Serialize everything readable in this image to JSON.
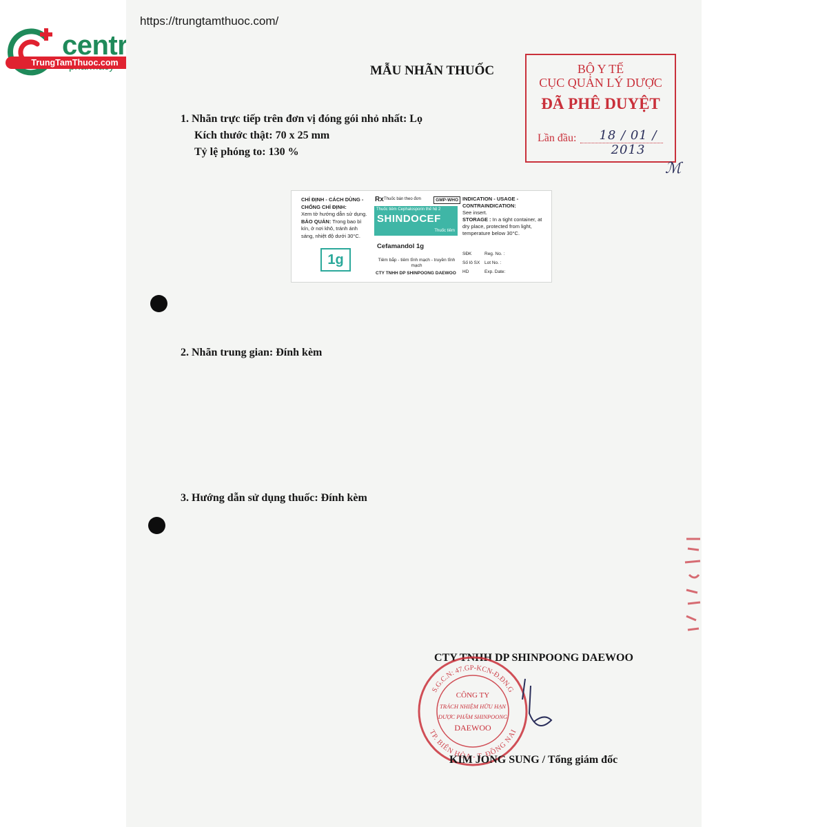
{
  "brand": {
    "name": "central",
    "sub": "pharmacy",
    "strip": "TrungTamThuoc.com",
    "color_green": "#1f8a5a",
    "color_red": "#e02230",
    "icon": "pharmacy-cross-logo"
  },
  "url": "https://trungtamthuoc.com/",
  "document": {
    "title": "MẪU NHÃN THUỐC",
    "section1": {
      "line1": "1. Nhãn trực tiếp trên đơn vị đóng gói nhỏ nhất: Lọ",
      "line2": "Kích thước thật: 70 x 25 mm",
      "line3": "Tỷ lệ phóng to: 130 %"
    },
    "section2": "2. Nhãn trung gian: Đính kèm",
    "section3": "3. Hướng dẫn sử dụng thuốc: Đính kèm"
  },
  "approval_stamp": {
    "line1": "BỘ Y TẾ",
    "line2": "CỤC QUẢN LÝ DƯỢC",
    "line3": "ĐÃ PHÊ DUYỆT",
    "date_label": "Lần đầu:",
    "date_value": "18 / 01 / 2013",
    "color": "#c9303a"
  },
  "drug_label": {
    "left": {
      "h1": "CHỈ ĐỊNH - CÁCH DÙNG -",
      "h2": "CHỐNG CHỈ ĐỊNH:",
      "t1": "Xem tờ hướng dẫn sử dụng.",
      "h3": "BẢO QUẢN:",
      "t2": "Trong bao bì kín, ở nơi khô, tránh ánh sáng, nhiệt độ dưới 30°C.",
      "strength": "1g"
    },
    "middle": {
      "rx": "Rx",
      "rx_sub": "Thuốc bán theo đơn",
      "gmp": "GMP-WHO",
      "category": "Thuốc tiêm Cephalosporin thế hệ 2",
      "brand": "SHINDOCEF",
      "form": "Thuốc tiêm",
      "ingredient": "Cefamandol 1g",
      "route": "Tiêm bắp - tiêm tĩnh mạch - truyền tĩnh mạch",
      "manufacturer": "CTY TNHH DP SHINPOONG DAEWOO",
      "accent": "#3fb6a6"
    },
    "right": {
      "h1": "INDICATION - USAGE -",
      "h2": "CONTRAINDICATION:",
      "t1": "See insert.",
      "h3": "STORAGE :",
      "t2": "In a tight container, at dry place, protected from light, temperature below 30°C.",
      "rows": [
        {
          "vi": "SĐK",
          "en": "Reg. No. :"
        },
        {
          "vi": "Số lô SX",
          "en": "Lot No. :"
        },
        {
          "vi": "HD",
          "en": "Exp. Date:"
        }
      ]
    }
  },
  "signature_block": {
    "company": "CTY TNHH DP SHINPOONG DAEWOO",
    "signer": "KIM JONG SUNG / Tổng giám đốc",
    "seal": {
      "ring_top": "S.G.C.N: 47.GP-KCN-Đ.ĐN.G",
      "ring_bottom": "TP. BIÊN HÒA - T. ĐỒNG NAI",
      "center1": "CÔNG TY",
      "center2": "TRÁCH NHIỆM HỮU HẠN",
      "center3": "DƯỢC PHẨM SHINPOONG",
      "center4": "DAEWOO",
      "color": "#c9303a"
    }
  }
}
